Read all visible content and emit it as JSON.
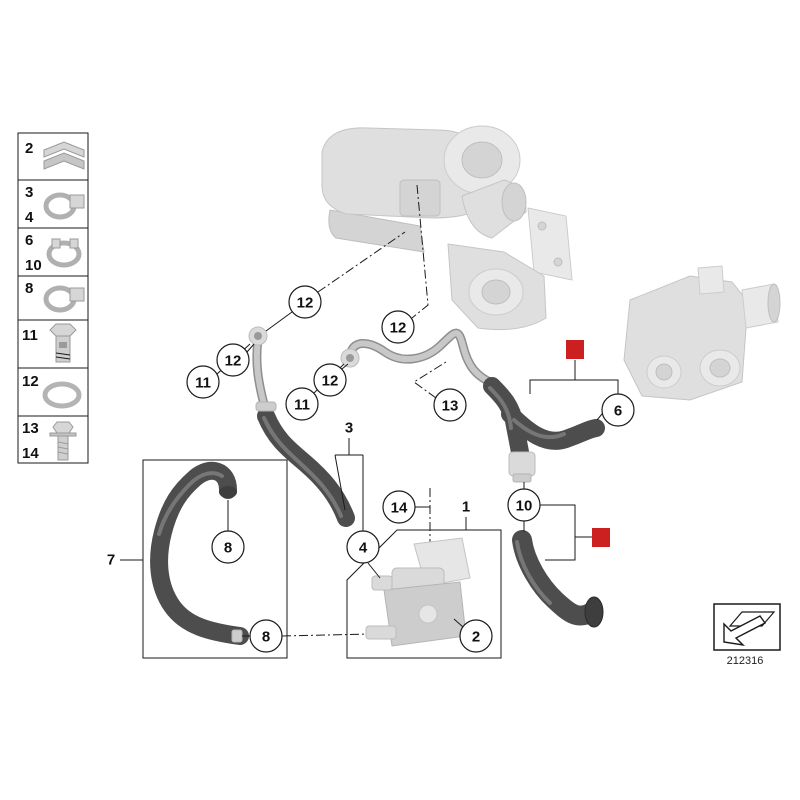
{
  "legend": {
    "rows": [
      {
        "labels": [
          "2"
        ],
        "icon": "clip-icon"
      },
      {
        "labels": [
          "3",
          "4"
        ],
        "icon": "hose-clamp-icon"
      },
      {
        "labels": [
          "6",
          "10"
        ],
        "icon": "spring-band-clamp-icon"
      },
      {
        "labels": [
          "8"
        ],
        "icon": "hose-clamp-icon"
      },
      {
        "labels": [
          "11"
        ],
        "icon": "banjo-bolt-icon"
      },
      {
        "labels": [
          "12"
        ],
        "icon": "seal-ring-icon"
      },
      {
        "labels": [
          "13",
          "14"
        ],
        "icon": "hex-bolt-icon"
      }
    ]
  },
  "callouts": [
    "12",
    "12",
    "12",
    "12",
    "11",
    "11",
    "13",
    "6",
    "14",
    "4",
    "10",
    "8",
    "8",
    "2"
  ],
  "bracket_labels": [
    "3",
    "1",
    "7"
  ],
  "reference_number": "212316",
  "colors": {
    "hose": "#4d4d4d",
    "metal": "#c8c8c8",
    "component": "#dadada",
    "marker_red": "#cc1f1f",
    "line": "#1a1a1a"
  }
}
